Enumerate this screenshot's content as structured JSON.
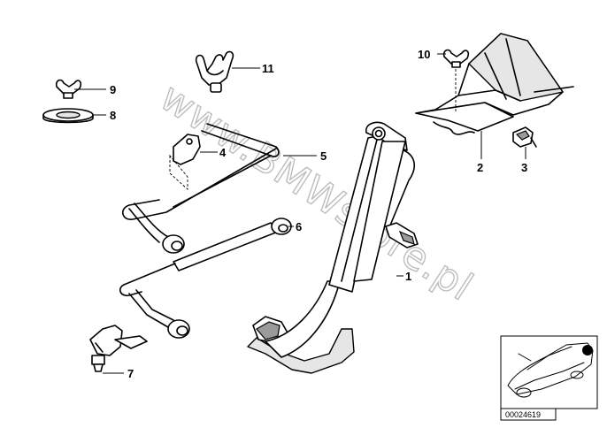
{
  "watermark": "www.BMWstore.pl",
  "callouts": [
    {
      "id": "1",
      "label": "1"
    },
    {
      "id": "2",
      "label": "2"
    },
    {
      "id": "3",
      "label": "3"
    },
    {
      "id": "4",
      "label": "4"
    },
    {
      "id": "5",
      "label": "5"
    },
    {
      "id": "6",
      "label": "6"
    },
    {
      "id": "7",
      "label": "7"
    },
    {
      "id": "8",
      "label": "8"
    },
    {
      "id": "9",
      "label": "9"
    },
    {
      "id": "10",
      "label": "10"
    },
    {
      "id": "11",
      "label": "11"
    }
  ],
  "reference_code": "00024619",
  "colors": {
    "ink": "#000000",
    "watermark": "#bdbdbd",
    "background": "#ffffff"
  }
}
